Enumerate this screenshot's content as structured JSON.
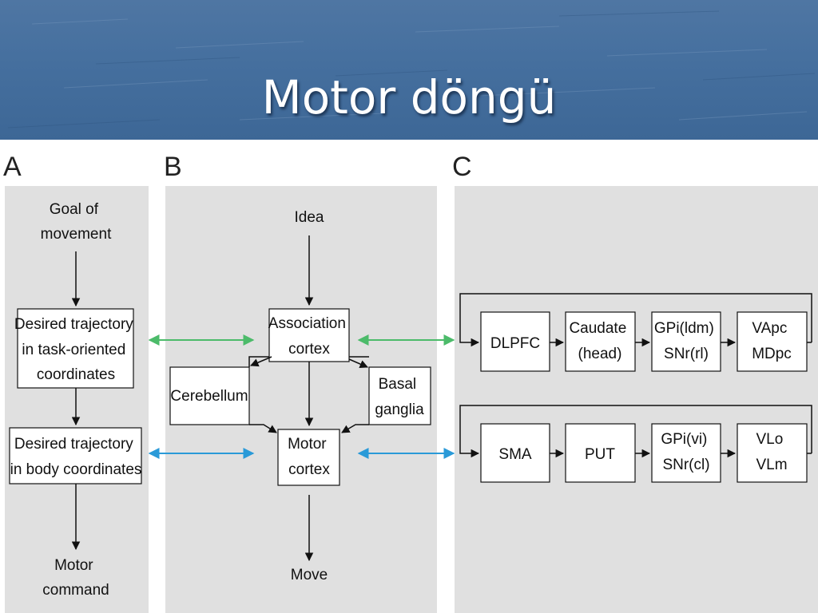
{
  "slide": {
    "title": "Motor döngü"
  },
  "panels": {
    "a": "A",
    "b": "B",
    "c": "C"
  },
  "colors": {
    "green_arrow": "#4cbb6a",
    "blue_arrow": "#2a9ad8",
    "panel_bg": "#e0e0e0",
    "header_bg": "#46709f"
  },
  "panel_a": {
    "goal": [
      "Goal of",
      "movement"
    ],
    "task_box": [
      "Desired trajectory",
      "in task-oriented",
      "coordinates"
    ],
    "body_box": [
      "Desired trajectory",
      "in body coordinates"
    ],
    "command": [
      "Motor",
      "command"
    ]
  },
  "panel_b": {
    "idea": "Idea",
    "association": [
      "Association",
      "cortex"
    ],
    "cerebellum": "Cerebellum",
    "basal": [
      "Basal",
      "ganglia"
    ],
    "motor": [
      "Motor",
      "cortex"
    ],
    "move": "Move"
  },
  "panel_c": {
    "row1": [
      [
        "DLPFC"
      ],
      [
        "Caudate",
        "(head)"
      ],
      [
        "GPi(ldm)",
        "SNr(rl)"
      ],
      [
        "VApc",
        "MDpc"
      ]
    ],
    "row2": [
      [
        "SMA"
      ],
      [
        "PUT"
      ],
      [
        "GPi(vi)",
        "SNr(cl)"
      ],
      [
        "VLo",
        "VLm"
      ]
    ]
  }
}
